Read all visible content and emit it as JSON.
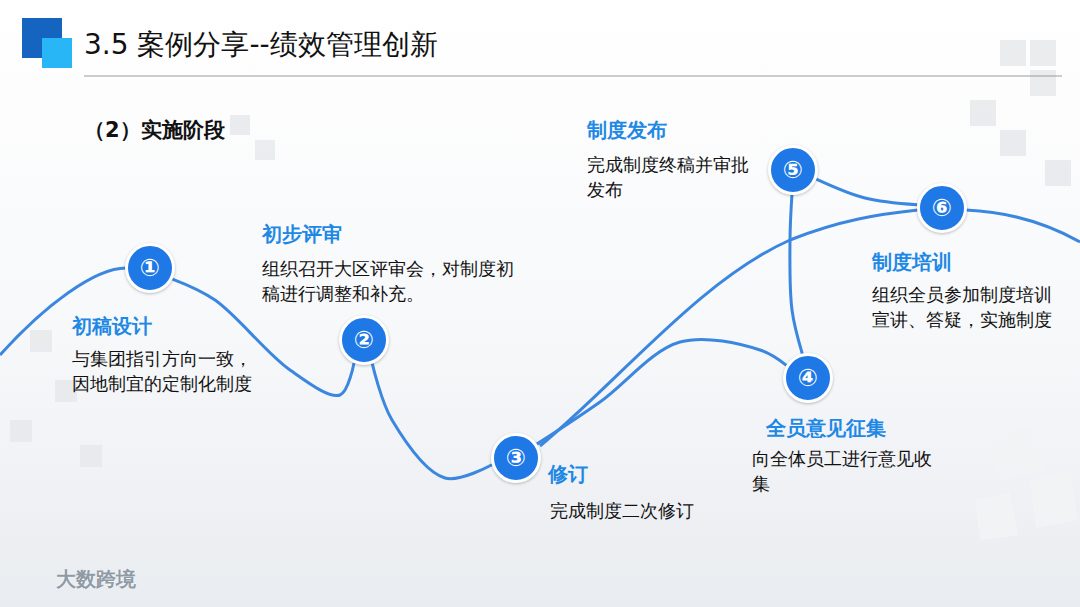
{
  "diagram": {
    "title": "3.5 案例分享--绩效管理创新",
    "nodes": [
      {
        "text": [
          "①",
          "初稿设计",
          "与集团指引方向一致，因地制宜的定制化制度"
        ]
      },
      {
        "text": [
          "②",
          "初步评审",
          "组织召开大区评审会，对制度初稿进行调整和补充。"
        ]
      },
      {
        "text": [
          "③",
          "修订",
          "完成制度二次修订"
        ]
      },
      {
        "text": [
          "④",
          "全员意见征集",
          "向全体员工进行意见收集"
        ]
      },
      {
        "text": [
          "⑤",
          "制度发布",
          "完成制度终稿并审批发布"
        ]
      },
      {
        "text": [
          "⑥",
          "制度培训",
          "组织全员参加制度培训宣讲、答疑，实施制度"
        ]
      }
    ],
    "edges": [
      {
        "from": 0,
        "to": 1,
        "arrow": "none"
      },
      {
        "from": 1,
        "to": 2,
        "arrow": "none"
      },
      {
        "from": 2,
        "to": 3,
        "arrow": "none"
      },
      {
        "from": 3,
        "to": 4,
        "arrow": "none"
      },
      {
        "from": 4,
        "to": 5,
        "arrow": "none"
      }
    ],
    "labels": [
      "（2）实施阶段",
      "大数跨境"
    ]
  }
}
